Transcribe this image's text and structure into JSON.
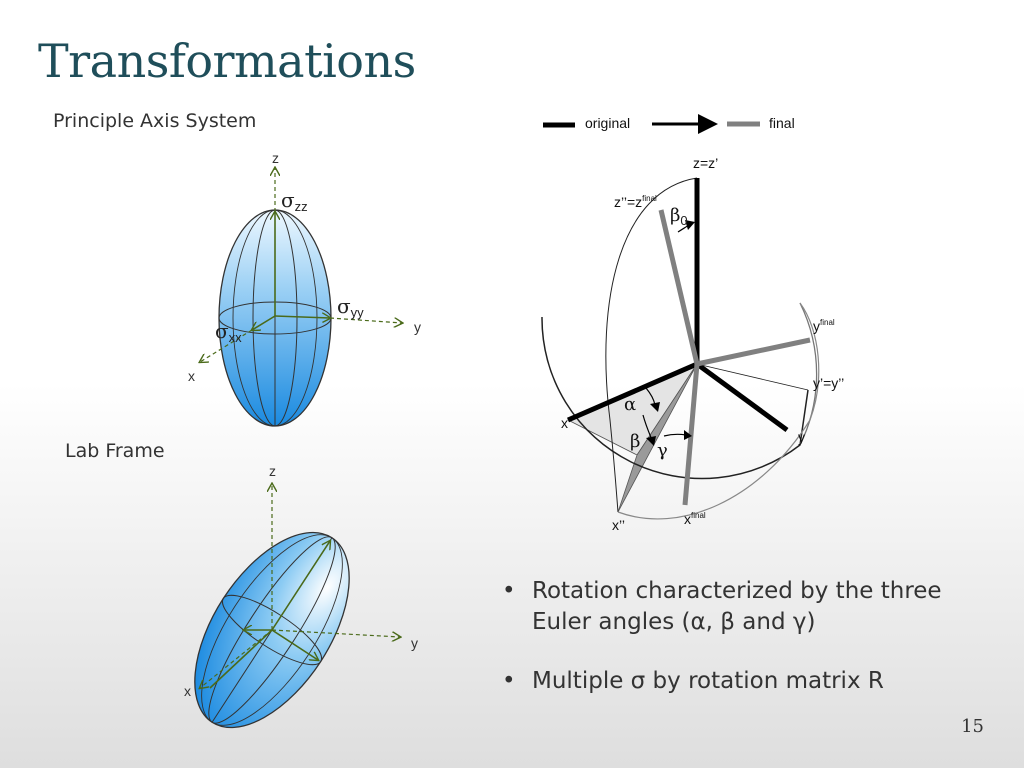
{
  "title": "Transformations",
  "sections": {
    "principle_axis": "Principle Axis System",
    "lab_frame": "Lab Frame"
  },
  "pas_diagram": {
    "axis_z": "z",
    "axis_y": "y",
    "axis_x": "x",
    "sigma": "σ",
    "sub_zz": "zz",
    "sub_yy": "yy",
    "sub_xx": "xx"
  },
  "lab_diagram": {
    "axis_z": "z",
    "axis_y": "y",
    "axis_x": "x"
  },
  "euler_diagram": {
    "legend_original": "original",
    "legend_final": "final",
    "z_eq": "z=z’",
    "z2_eq": "z’’=z",
    "final_sup": "final",
    "beta0": "β",
    "beta0_sub": "0",
    "y_final": "y",
    "y_eq": "y’=y’’",
    "y": "y",
    "x": "x",
    "x2": "x’’",
    "x_final": "x",
    "alpha": "α",
    "beta": "β",
    "gamma": "γ"
  },
  "bullets": [
    {
      "dot": "•",
      "line1": "Rotation characterized by the three",
      "line2": "Euler angles (α, β and γ)"
    },
    {
      "dot": "•",
      "line1": "Multiple σ by rotation matrix R"
    }
  ],
  "page_number": "15",
  "colors": {
    "title": "#1f4e5a",
    "ellipsoid_light": "#eaf6ff",
    "ellipsoid_dark": "#1e8fe0",
    "axis_dashed": "#4a6a1a",
    "original_black": "#000000",
    "final_gray": "#808080"
  }
}
